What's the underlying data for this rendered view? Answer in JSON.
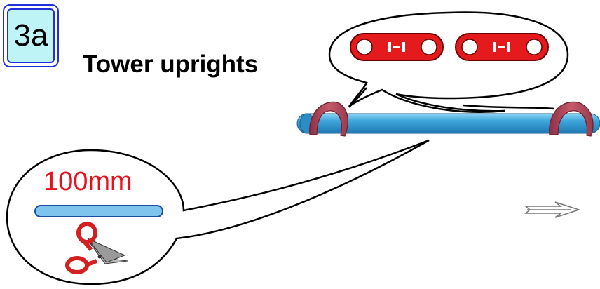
{
  "step": {
    "label": "3a"
  },
  "title": "Tower uprights",
  "cut_length": "100mm",
  "colors": {
    "badge_fill": "#bff4f7",
    "badge_border": "#2030d8",
    "tube": "#3aa6d8",
    "clip": "#b8485a",
    "part": "#e41a1c",
    "length_text": "#e8101c"
  },
  "icons": [
    "scissors-icon",
    "next-arrow-icon",
    "link-part-icon",
    "clip-icon"
  ]
}
